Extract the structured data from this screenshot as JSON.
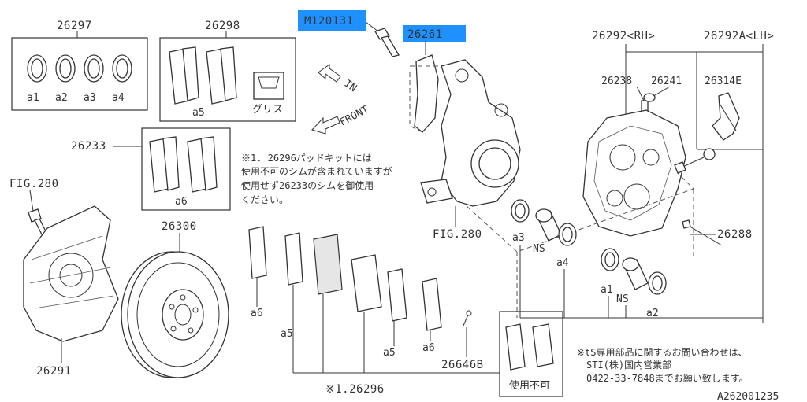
{
  "labels": {
    "p26297": "26297",
    "p26298": "26298",
    "m120131": "M120131",
    "p26261": "26261",
    "p26292": "26292<RH>",
    "p26292a": "26292A<LH>",
    "p26238": "26238",
    "p26241": "26241",
    "p26314e": "26314E",
    "a1": "a1",
    "a2": "a2",
    "a3": "a3",
    "a4": "a4",
    "a5": "a5",
    "a6": "a6",
    "grease": "グリス",
    "p26233": "26233",
    "fig280_left": "FIG.280",
    "fig280_center": "FIG.280",
    "p26300": "26300",
    "p26288": "26288",
    "ns": "NS",
    "p26291": "26291",
    "p26646b": "26646B",
    "unusable": "使用不可",
    "p26296": "※1.26296",
    "diagram_id": "A262001235",
    "arrow_in": "IN",
    "arrow_front": "FRONT"
  },
  "notes": {
    "pad_kit": [
      "※1. 26296パッドキットには",
      "使用不可のシムが含まれていますが",
      "使用せず26233のシムを御使用",
      "ください。"
    ],
    "contact": [
      "※tS専用部品に関するお問い合わせは、",
      "STI(株)国内営業部",
      "0422-33-7848までお願い致します。"
    ]
  },
  "colors": {
    "highlight": "#1e90ff",
    "line": "#333333"
  }
}
